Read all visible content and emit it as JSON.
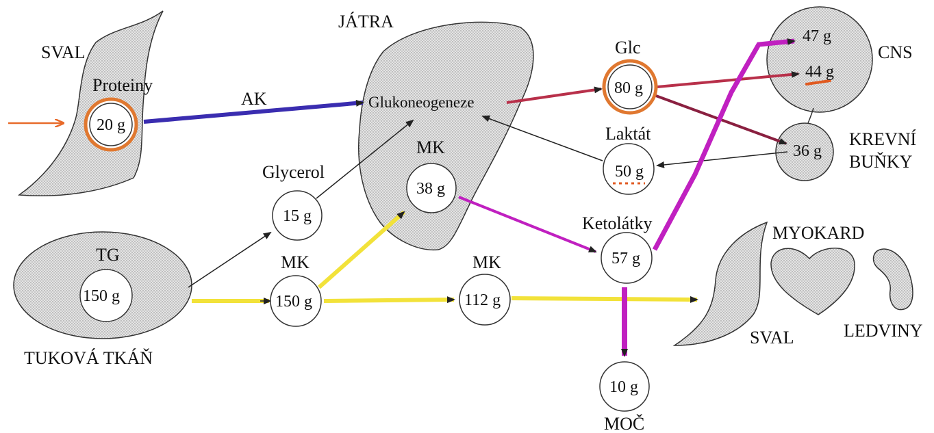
{
  "organs": {
    "sval_top": "SVAL",
    "jatra": "JÁTRA",
    "cns": "CNS",
    "krevni_1": "KREVNÍ",
    "krevni_2": "BUŇKY",
    "myokard": "MYOKARD",
    "sval_bottom": "SVAL",
    "ledviny": "LEDVINY",
    "tukova_tkan": "TUKOVÁ TKÁŇ",
    "moc": "MOČ"
  },
  "labels": {
    "proteiny": "Proteiny",
    "ak": "AK",
    "glukoneogeneze": "Glukoneogeneze",
    "glc": "Glc",
    "laktat": "Laktát",
    "glycerol": "Glycerol",
    "mk_liver": "MK",
    "mk_fat": "MK",
    "mk_mid": "MK",
    "ketolatky": "Ketolátky",
    "tg": "TG"
  },
  "values": {
    "proteiny": "20 g",
    "glc": "80 g",
    "laktat": "50 g",
    "glycerol": "15 g",
    "mk_liver": "38 g",
    "ketolatky": "57 g",
    "tg": "150 g",
    "mk_fat": "150 g",
    "mk_mid": "112 g",
    "moc": "10 g",
    "cns_top": "47 g",
    "cns_bottom": "44 g",
    "krevni": "36 g"
  },
  "colors": {
    "ak_arrow": "#3a2db0",
    "glc_arrow": "#b8304a",
    "ketone_arrow": "#c020c0",
    "fatty_acid_arrow": "#f2e23a",
    "highlight_ring": "#e07830",
    "input_arrow": "#e86a2a",
    "tissue_fill": "#d6d6d6"
  }
}
